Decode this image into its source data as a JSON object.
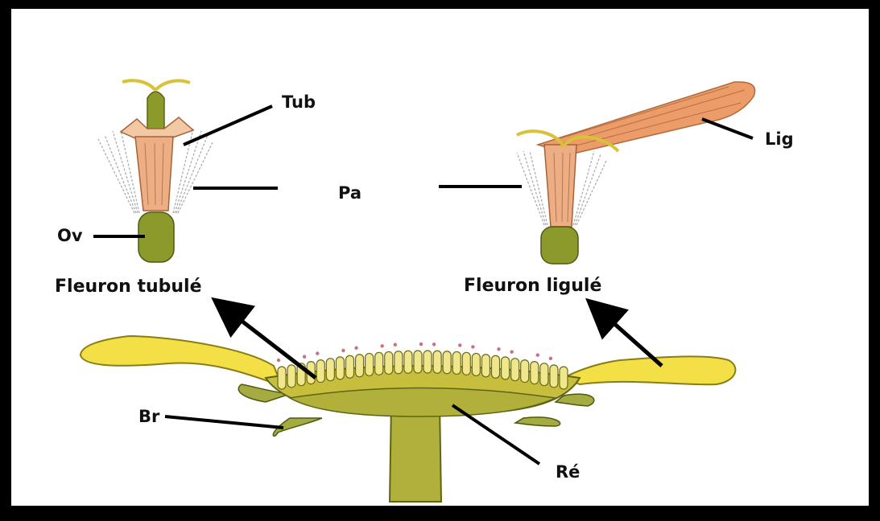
{
  "labels": {
    "tub": "Tub",
    "lig": "Lig",
    "pa": "Pa",
    "ov": "Ov",
    "br": "Br",
    "re": "Ré"
  },
  "captions": {
    "tubular": "Fleuron tubulé",
    "ligulate": "Fleuron ligulé"
  },
  "colors": {
    "frame": "#000000",
    "background": "#ffffff",
    "corolla": "#eeae84",
    "ligule": "#ec9c68",
    "ovary": "#8c9a2c",
    "style": "#d8c23a",
    "ray_petal": "#f2e046",
    "receptacle": "#b0b03a",
    "bract": "#a4ab40",
    "stigma_dots": "#c9727f"
  }
}
